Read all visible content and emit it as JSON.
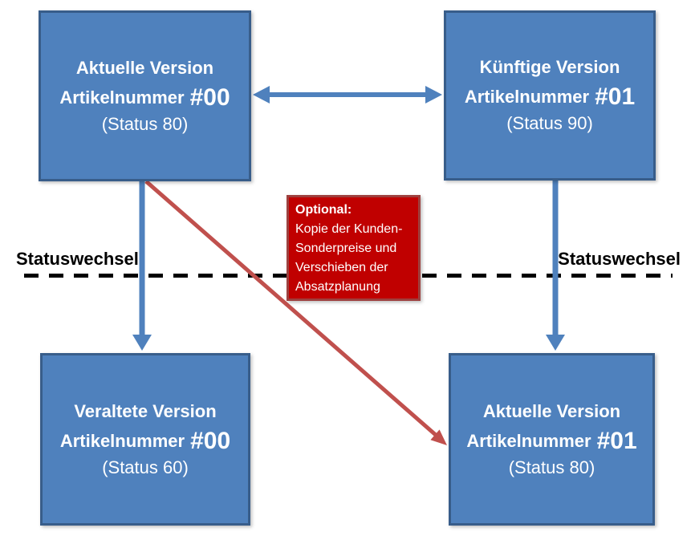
{
  "diagram": {
    "boxes": [
      {
        "id": "top-left",
        "title": "Aktuelle Version",
        "label": "Artikelnummer",
        "number": "#00",
        "status": "(Status 80)"
      },
      {
        "id": "top-right",
        "title": "Künftige Version",
        "label": "Artikelnummer",
        "number": "#01",
        "status": "(Status 90)"
      },
      {
        "id": "bottom-left",
        "title": "Veraltete Version",
        "label": "Artikelnummer",
        "number": "#00",
        "status": "(Status 60)"
      },
      {
        "id": "bottom-right",
        "title": "Aktuelle Version",
        "label": "Artikelnummer",
        "number": "#01",
        "status": "(Status 80)"
      }
    ],
    "note": {
      "title": "Optional:",
      "lines": [
        "Kopie der Kunden-",
        "Sonderpreise und",
        "Verschieben der",
        "Absatzplanung"
      ]
    },
    "status_labels": {
      "left": "Statuswechsel",
      "right": "Statuswechsel"
    },
    "arrows": [
      {
        "id": "top-bidirectional",
        "style": "blue-double-headed"
      },
      {
        "id": "left-status-change",
        "style": "blue-down"
      },
      {
        "id": "right-status-change",
        "style": "blue-down"
      },
      {
        "id": "optional-copy",
        "style": "red-diagonal"
      }
    ],
    "colors": {
      "box_fill": "#4f81bd",
      "box_border": "#385d8a",
      "note_fill": "#c00000",
      "note_border": "#9e403e",
      "arrow_blue": "#4f81bd",
      "arrow_red": "#c0504d",
      "dashed_line": "#000000"
    }
  }
}
